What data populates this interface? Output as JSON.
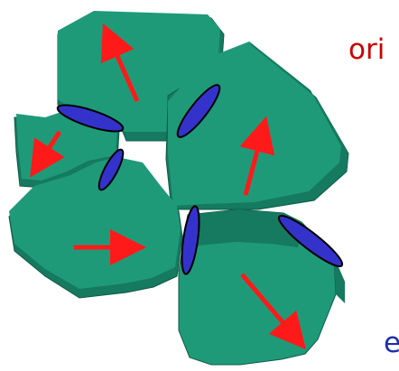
{
  "labels": {
    "top": "ori",
    "bottom": "e"
  },
  "colors": {
    "grain_top": "#1f9a79",
    "grain_side": "#157a5f",
    "grain_edge": "#0f5a46",
    "arrow": "#ff1a1a",
    "ellipse_fill": "#3333cc",
    "ellipse_stroke": "#000000",
    "label_top_color": "#cc0000",
    "label_bottom_color": "#1f2fa8"
  },
  "grains": [
    {
      "name": "grain-top"
    },
    {
      "name": "grain-right"
    },
    {
      "name": "grain-left-small"
    },
    {
      "name": "grain-left-bottom"
    },
    {
      "name": "grain-bottom-center"
    }
  ],
  "arrows": [
    {
      "name": "orientation-arrow-top"
    },
    {
      "name": "orientation-arrow-left-small"
    },
    {
      "name": "orientation-arrow-right"
    },
    {
      "name": "orientation-arrow-left-bottom"
    },
    {
      "name": "orientation-arrow-bottom-center"
    }
  ],
  "boundaries": [
    {
      "name": "grain-boundary-ellipse-1"
    },
    {
      "name": "grain-boundary-ellipse-2"
    },
    {
      "name": "grain-boundary-ellipse-3"
    },
    {
      "name": "grain-boundary-ellipse-4"
    },
    {
      "name": "grain-boundary-ellipse-5"
    }
  ]
}
